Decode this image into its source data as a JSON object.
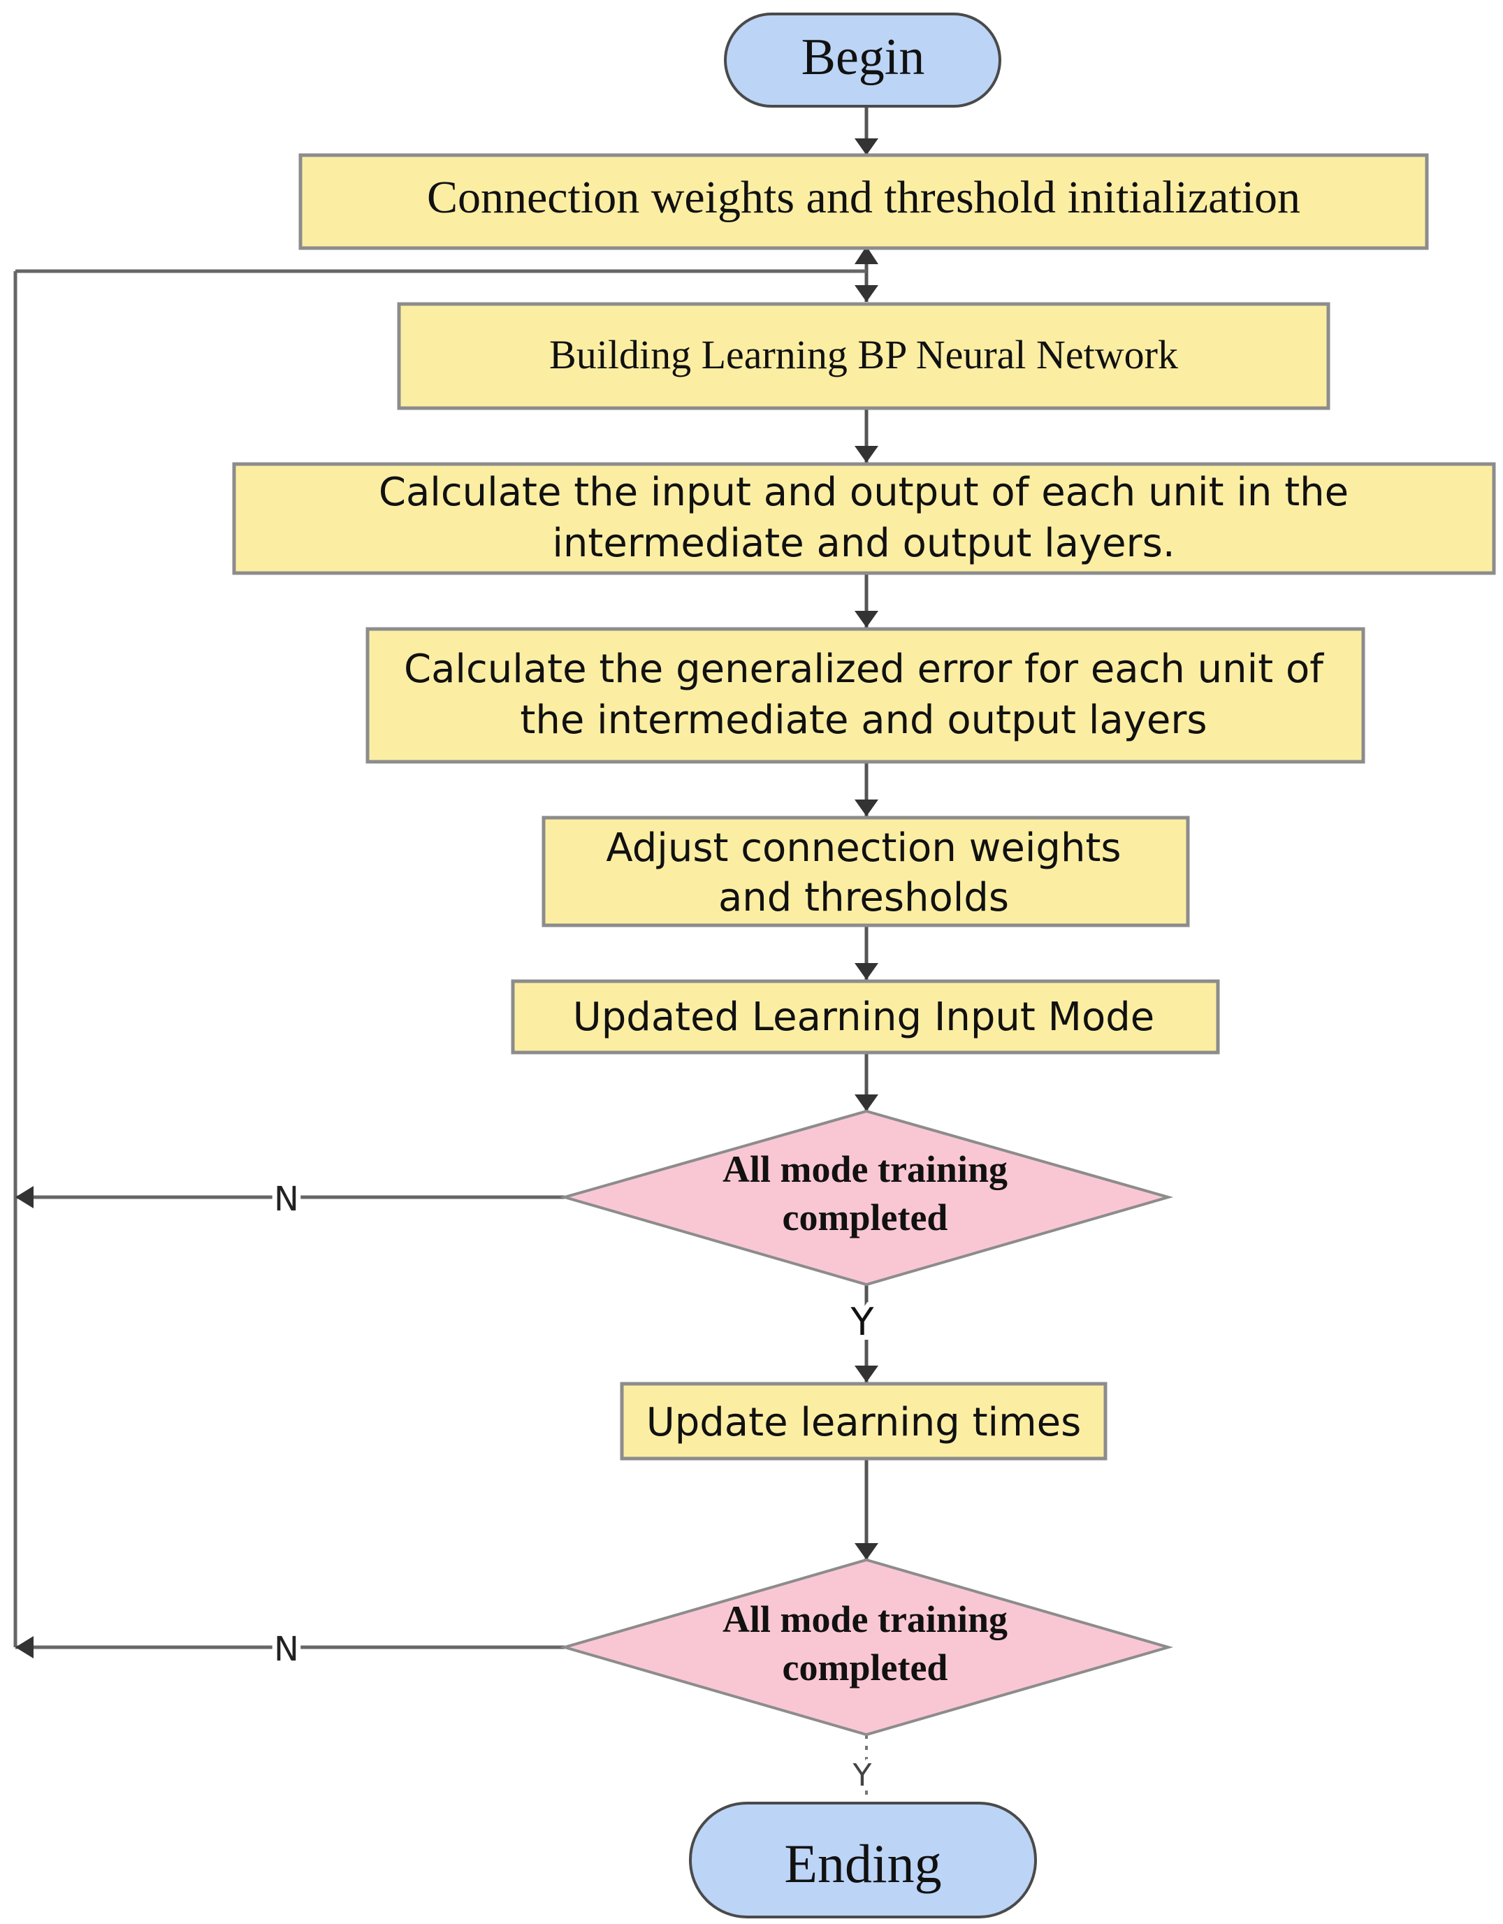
{
  "colors": {
    "terminal_fill": "#bcd4f5",
    "terminal_stroke": "#4a4a4a",
    "process_fill": "#fbeea3",
    "process_stroke": "#8c8c8c",
    "decision_fill": "#f9c7d3",
    "decision_stroke": "#8c8c8c",
    "line": "#555555",
    "text": "#111111"
  },
  "nodes": {
    "begin": "Begin",
    "init": "Connection weights and threshold initialization",
    "build": "Building Learning BP Neural Network",
    "calc_io": [
      "Calculate the input and output of each unit in the",
      "intermediate and output layers."
    ],
    "calc_err": [
      "Calculate the generalized error for each unit of",
      "the intermediate and output layers"
    ],
    "adjust": [
      "Adjust connection weights",
      "and thresholds"
    ],
    "update_input": "Updated Learning Input Mode",
    "decision1": [
      "All mode training",
      "completed"
    ],
    "update_times": "Update learning times",
    "decision2": [
      "All mode training",
      "completed"
    ],
    "end": "Ending"
  },
  "edges": {
    "no_label_1": "N",
    "yes_label_1": "Y",
    "no_label_2": "N",
    "yes_label_2": "Y"
  }
}
